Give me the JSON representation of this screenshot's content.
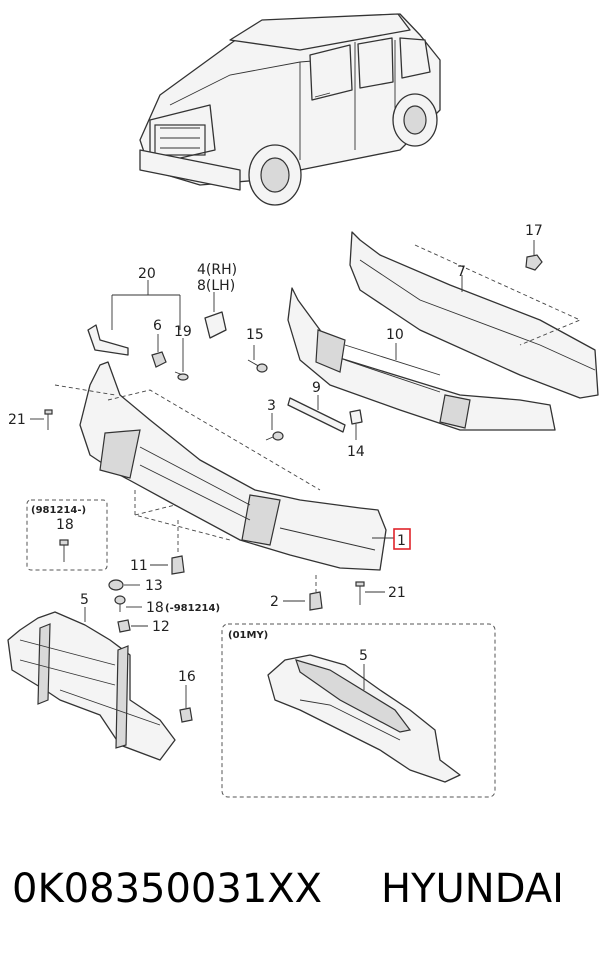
{
  "callouts": {
    "c1": "1",
    "c2": "2",
    "c3": "3",
    "c4": "4(RH)",
    "c5a": "5",
    "c5b": "5",
    "c6": "6",
    "c7": "7",
    "c8": "8(LH)",
    "c9": "9",
    "c10": "10",
    "c11": "11",
    "c12": "12",
    "c13": "13",
    "c14": "14",
    "c15": "15",
    "c16": "16",
    "c17": "17",
    "c18a": "18",
    "c18b": "18",
    "c18b_note": "(-981214)",
    "c19": "19",
    "c20": "20",
    "c21a": "21",
    "c21b": "21"
  },
  "boxes": {
    "left_box_label": "(981214-)",
    "right_box_label": "(01MY)"
  },
  "footer": {
    "part_number": "0K08350031XX",
    "brand": "HYUNDAI"
  },
  "colors": {
    "highlight": "#e0242b",
    "line": "#333333"
  }
}
